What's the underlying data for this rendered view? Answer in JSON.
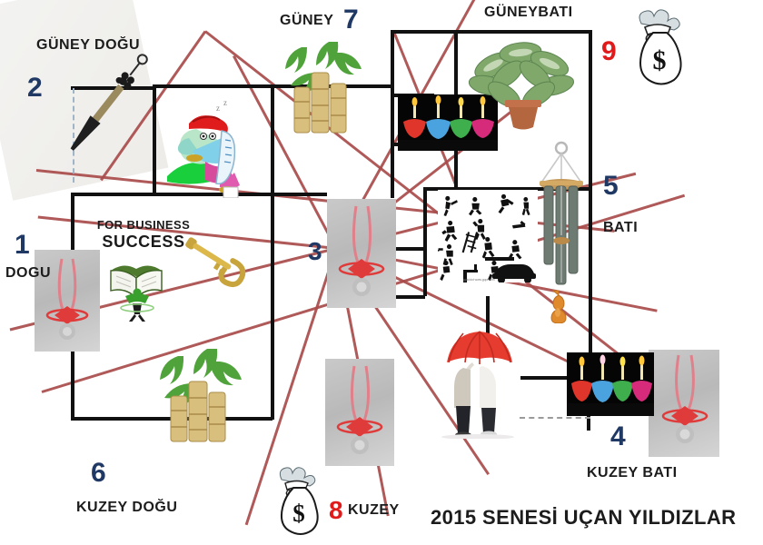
{
  "title": "2015 SENESİ UÇAN YILDIZLAR",
  "sectors": [
    {
      "key": "east",
      "number": "1",
      "number_color": "#1f3864",
      "label": "DOGU"
    },
    {
      "key": "southeast",
      "number": "2",
      "number_color": "#1f3864",
      "label": "GÜNEY DOĞU"
    },
    {
      "key": "center",
      "number": "3",
      "number_color": "#1f3864",
      "label": ""
    },
    {
      "key": "northwest",
      "number": "4",
      "number_color": "#1f3864",
      "label": "KUZEY BATI"
    },
    {
      "key": "west",
      "number": "5",
      "number_color": "#1f3864",
      "label": "BATI"
    },
    {
      "key": "northeast",
      "number": "6",
      "number_color": "#1f3864",
      "label": "KUZEY DOĞU"
    },
    {
      "key": "south",
      "number": "7",
      "number_color": "#1f3864",
      "label": "GÜNEY"
    },
    {
      "key": "north",
      "number": "8",
      "number_color": "#e01b1b",
      "label": "KUZEY"
    },
    {
      "key": "southwest",
      "number": "9",
      "number_color": "#e01b1b",
      "label": "GÜNEYBATI"
    }
  ],
  "cures": {
    "business_success_line1": "FOR BUSINESS",
    "business_success_line2": "SUCCESS"
  },
  "icons": {
    "money_bag": "money-bag-icon",
    "wu_lou": "wu-lou-gourd-icon",
    "wind_chime": "metal-wind-chime-icon",
    "bamboo": "lucky-bamboo-icon",
    "plant": "green-plant-icon",
    "candles": "colorful-candles-icon",
    "amulet": "chinese-knot-amulet-icon",
    "sword": "coin-sword-icon",
    "key": "golden-key-icon",
    "book": "book-figure-icon",
    "sick_man": "sick-man-cartoon-icon",
    "accidents": "accident-pictograms-icon",
    "couple": "couple-red-umbrella-icon"
  }
}
